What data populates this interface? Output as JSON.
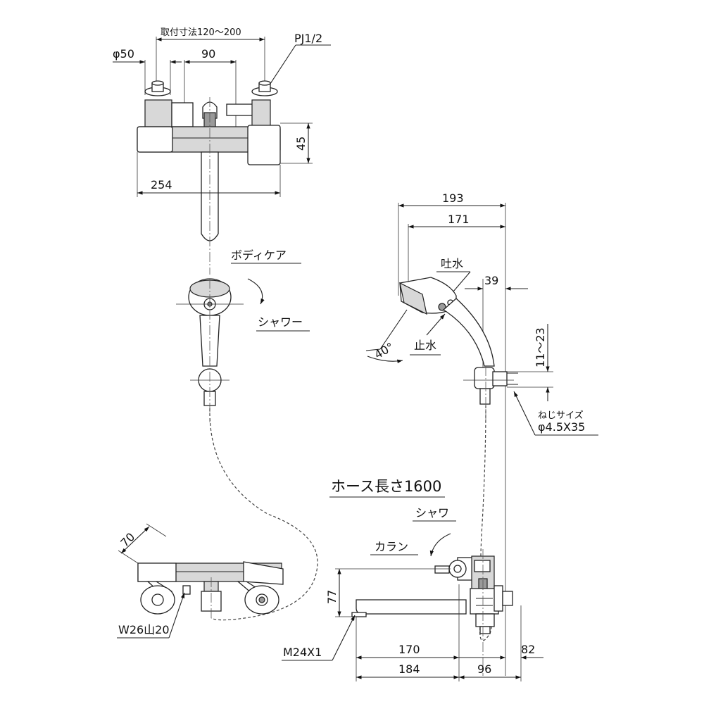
{
  "labels": {
    "mount_range": "取付寸法120～200",
    "dia_50": "φ50",
    "dim_90": "90",
    "pj": "PJ1/2",
    "dim_45": "45",
    "dim_254": "254",
    "body_care": "ボディケア",
    "shower_mode": "シャワー",
    "dim_193": "193",
    "dim_171": "171",
    "water_out": "吐水",
    "dim_39": "39",
    "stop_water": "止水",
    "angle_40": "40°",
    "dim_11_23": "11～23",
    "screw_size_title": "ねじサイズ",
    "screw_size": "φ4.5X35",
    "hose_length": "ホース長さ1600",
    "shower_side": "シャワ",
    "faucet_side": "カラン",
    "dim_70": "70",
    "dim_77": "77",
    "thread_w26": "W26山20",
    "thread_m24": "M24X1",
    "dim_170": "170",
    "dim_82": "82",
    "dim_184": "184",
    "dim_96": "96"
  }
}
